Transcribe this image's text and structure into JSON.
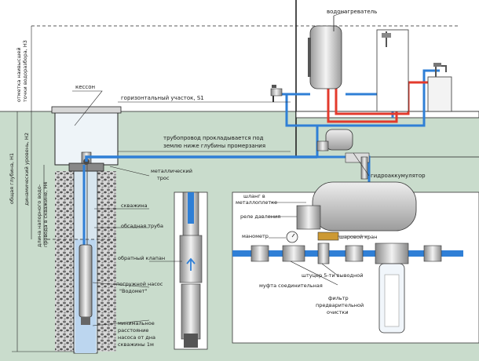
{
  "colors": {
    "ground": "#c9dccc",
    "hot_pipe": "#e33a2c",
    "cold_pipe": "#2f7fd6",
    "water": "#bcd6ef",
    "gravel": "#6e6e6e",
    "line": "#222222"
  },
  "labels": {
    "water_heater": "водонагреватель",
    "caisson": "кессон",
    "horizontal_section": "горизонтальный участок, S1",
    "pipeline_line1": "трубопровод прокладывается под",
    "pipeline_line2": "землю ниже глубины промерзания",
    "metal_cable_line1": "металлический",
    "metal_cable_line2": "трос",
    "well": "скважина",
    "casing_pipe": "обсадная труба",
    "check_valve": "обратный клапан",
    "pump_line1": "погружной насос",
    "pump_line2": "\"Водомет\"",
    "min_dist_line1": "минимальное",
    "min_dist_line2": "расстояние",
    "min_dist_line3": "насоса от дна",
    "min_dist_line4": "скважины 1м",
    "hydro_accumulator": "гидроаккумулятор",
    "hose_line1": "шланг в",
    "hose_line2": "металлоплетке",
    "pressure_relay": "реле давления",
    "manometer": "манометр",
    "ball_valve": "шаровой кран",
    "fitting_5way": "штуцер 5-ти выводной",
    "coupling": "муфта соединительная",
    "filter_line1": "фильтр",
    "filter_line2": "предварительной",
    "filter_line3": "очистки",
    "v_total_depth": "общая глубина, Н1",
    "v_dynamic_level": "динамический уровень, Н2",
    "v_pressure_pipe_line1": "длина напорного водо-",
    "v_pressure_pipe_line2": "провода в скважине, Н4",
    "v_intake_mark_line1": "отметка наивысшей",
    "v_intake_mark_line2": "точки водоразбора, Н3"
  }
}
